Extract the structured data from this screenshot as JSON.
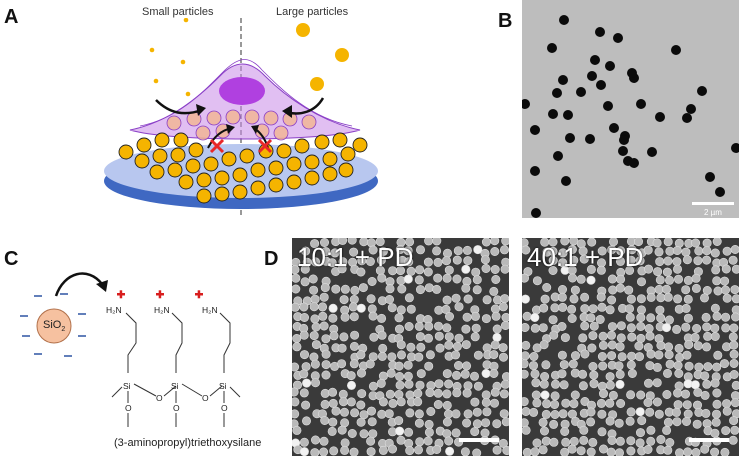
{
  "panels": {
    "a": {
      "letter": "A",
      "left_label": "Small particles",
      "right_label": "Large particles"
    },
    "b": {
      "letter": "B",
      "scale_bar": "2 µm"
    },
    "c": {
      "letter": "C",
      "particle_label": "SiO",
      "particle_subscript": "2",
      "molecule_name": "(3-aminopropyl)triethoxysilane",
      "amine_label": "H₂N",
      "silicon_label": "Si",
      "oxygen_label": "O"
    },
    "d": {
      "letter": "D",
      "left_title": "10:1 + PD",
      "right_title": "40:1 + PD"
    }
  },
  "colors": {
    "particle_yellow": "#f5b400",
    "drop_purple": "#a64fd8",
    "substrate_blue": "#4a74c9",
    "cross_red": "#e8282a",
    "sio2_fill": "#f6c1a0"
  }
}
